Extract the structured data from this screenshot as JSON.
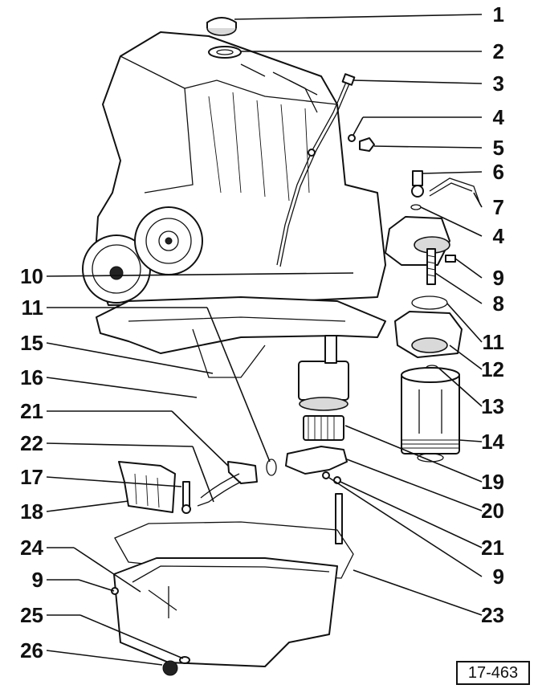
{
  "callouts": {
    "left": [
      "10",
      "11",
      "15",
      "16",
      "21",
      "22",
      "17",
      "18",
      "24",
      "9",
      "25",
      "26"
    ],
    "right": [
      "1",
      "2",
      "3",
      "4",
      "5",
      "6",
      "7",
      "4",
      "9",
      "8",
      "11",
      "12",
      "13",
      "14",
      "19",
      "20",
      "21",
      "9",
      "23"
    ]
  },
  "figure_ref": "17-463"
}
